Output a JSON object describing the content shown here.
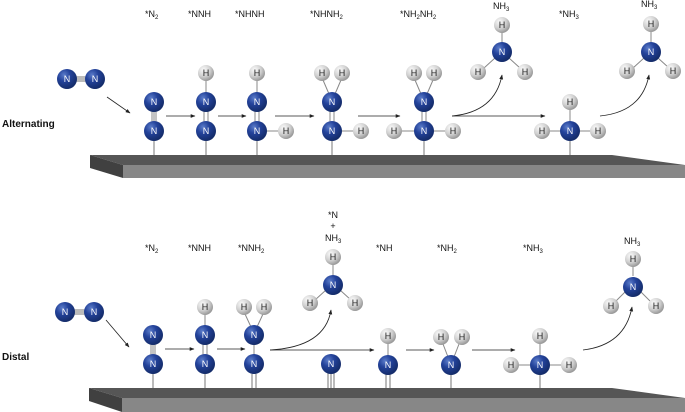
{
  "colors": {
    "nitrogen": "#1c3a86",
    "nitrogen_light": "#4d6fc0",
    "hydrogen": "#c9c9c9",
    "hydrogen_light": "#f2f2f2",
    "slab_top": "#555555",
    "slab_front": "#858585",
    "slab_side": "#404040",
    "bond": "#777777",
    "arrow": "#222222"
  },
  "atoms": {
    "nitrogen": "N",
    "hydrogen": "H"
  },
  "alternating": {
    "title": "Alternating",
    "labels": {
      "s1": {
        "pre": "*N",
        "sub": "2",
        "post": ""
      },
      "s2": {
        "pre": "*NNH",
        "sub": "",
        "post": ""
      },
      "s3": {
        "pre": "*NHNH",
        "sub": "",
        "post": ""
      },
      "s4": {
        "pre": "*NHNH",
        "sub": "2",
        "post": ""
      },
      "s5": {
        "pre": "*NH",
        "sub": "2",
        "mid": "NH",
        "sub2": "2"
      },
      "s6": {
        "pre": "NH",
        "sub": "3"
      },
      "s7": {
        "pre": "*NH",
        "sub": "3"
      },
      "s8": {
        "pre": "NH",
        "sub": "3"
      }
    }
  },
  "distal": {
    "title": "Distal",
    "labels": {
      "s1": {
        "pre": "*N",
        "sub": "2"
      },
      "s2": {
        "pre": "*NNH",
        "sub": ""
      },
      "s3": {
        "pre": "*NNH",
        "sub": "2"
      },
      "s4_line1": "*N",
      "s4_line2": "+",
      "s4_line3": {
        "pre": "NH",
        "sub": "3"
      },
      "s5": {
        "pre": "*NH",
        "sub": ""
      },
      "s6": {
        "pre": "*NH",
        "sub": "2"
      },
      "s7": {
        "pre": "*NH",
        "sub": "3"
      },
      "s8": {
        "pre": "NH",
        "sub": "3"
      }
    }
  }
}
